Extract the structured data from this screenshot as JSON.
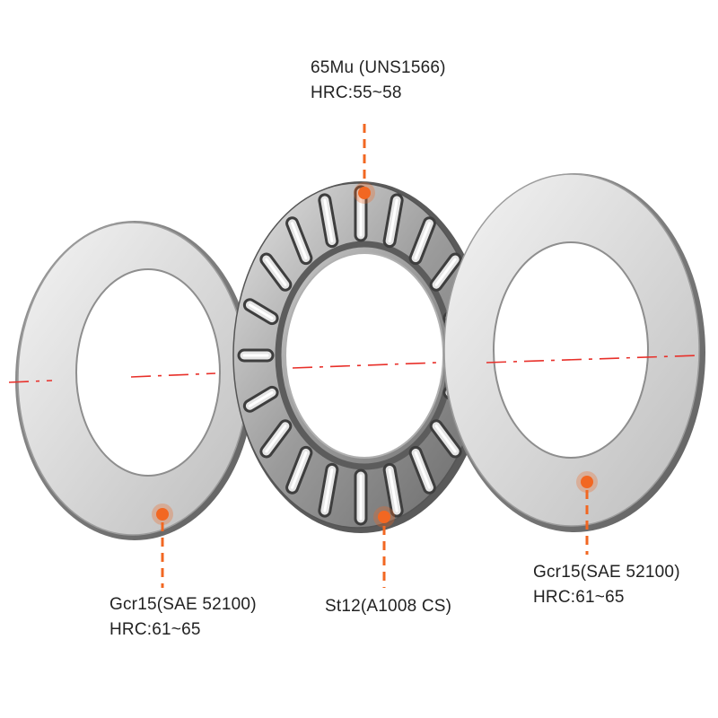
{
  "colors": {
    "accent": "#f26722",
    "centerline": "#e8302a",
    "metal_light": "#f2f2f2",
    "metal_mid": "#c8c8c8",
    "metal_dark": "#8a8a8a",
    "text": "#222222"
  },
  "callouts": {
    "cage": {
      "material": "65Mu (UNS1566)",
      "hardness": "HRC:55~58"
    },
    "left_washer": {
      "material": "Gcr15(SAE 52100)",
      "hardness": "HRC:61~65"
    },
    "rollers": {
      "material": "St12(A1008 CS)"
    },
    "right_washer": {
      "material": "Gcr15(SAE 52100)",
      "hardness": "HRC:61~65"
    }
  },
  "cage": {
    "roller_count": 20
  }
}
